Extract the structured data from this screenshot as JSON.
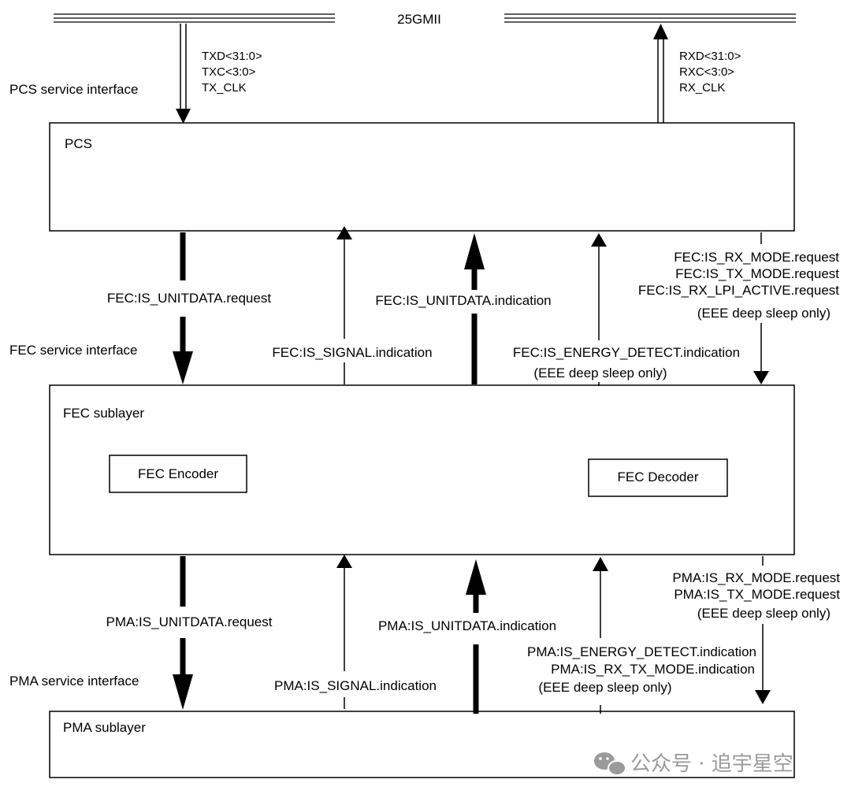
{
  "bus": {
    "title": "25GMII",
    "tx_signals": [
      "TXD<31:0>",
      "TXC<3:0>",
      "TX_CLK"
    ],
    "rx_signals": [
      "RXD<31:0>",
      "RXC<3:0>",
      "RX_CLK"
    ]
  },
  "interfaces": {
    "pcs_service": "PCS service interface",
    "fec_service": "FEC service interface",
    "pma_service": "PMA service interface"
  },
  "blocks": {
    "pcs": "PCS",
    "fec_sublayer": "FEC sublayer",
    "fec_encoder": "FEC Encoder",
    "fec_decoder": "FEC Decoder",
    "pma_sublayer": "PMA sublayer"
  },
  "fec_primitives": {
    "unitdata_request": "FEC:IS_UNITDATA.request",
    "signal_indication": "FEC:IS_SIGNAL.indication",
    "unitdata_indication": "FEC:IS_UNITDATA.indication",
    "energy_detect": [
      "FEC:IS_ENERGY_DETECT.indication",
      "(EEE deep sleep only)"
    ],
    "mode_requests": [
      "FEC:IS_RX_MODE.request",
      "FEC:IS_TX_MODE.request",
      "FEC:IS_RX_LPI_ACTIVE.request",
      "(EEE deep sleep only)"
    ]
  },
  "pma_primitives": {
    "unitdata_request": "PMA:IS_UNITDATA.request",
    "signal_indication": "PMA:IS_SIGNAL.indication",
    "unitdata_indication": "PMA:IS_UNITDATA.indication",
    "energy_detect": [
      "PMA:IS_ENERGY_DETECT.indication",
      "PMA:IS_RX_TX_MODE.indication",
      "(EEE deep sleep only)"
    ],
    "mode_requests": [
      "PMA:IS_RX_MODE.request",
      "PMA:IS_TX_MODE.request",
      "(EEE deep sleep only)"
    ]
  },
  "watermark": "公众号 · 追宇星空"
}
